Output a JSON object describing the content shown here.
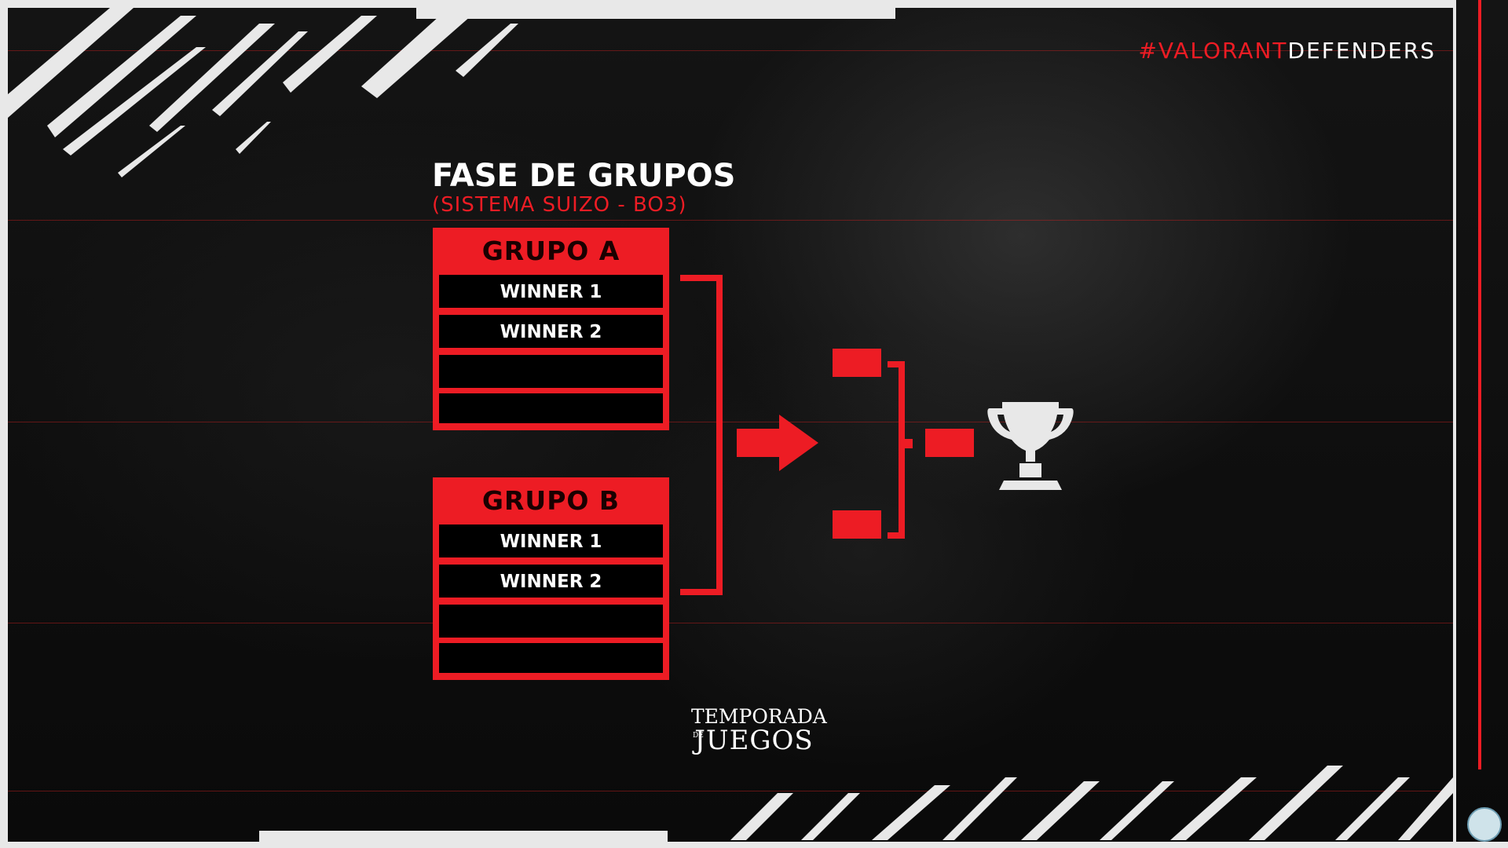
{
  "hashtag": {
    "red": "#VALORANT",
    "white": "DEFENDERS"
  },
  "phase": {
    "title": "FASE DE GRUPOS",
    "subtitle": "(SISTEMA SUIZO - BO3)"
  },
  "groups": [
    {
      "title": "GRUPO A",
      "slots": [
        "WINNER 1",
        "WINNER 2",
        "",
        ""
      ]
    },
    {
      "title": "GRUPO B",
      "slots": [
        "WINNER 1",
        "WINNER 2",
        "",
        ""
      ]
    }
  ],
  "logo": {
    "line1": "TEMPORADA",
    "de": "DE",
    "line2": "JUEGOS"
  },
  "icons": {
    "trophy": "trophy-icon",
    "arrow": "arrow-right-icon",
    "badge": "badge-icon"
  },
  "colors": {
    "accent": "#ed1c24",
    "text": "#ffffff",
    "background": "#0b0b0b"
  }
}
